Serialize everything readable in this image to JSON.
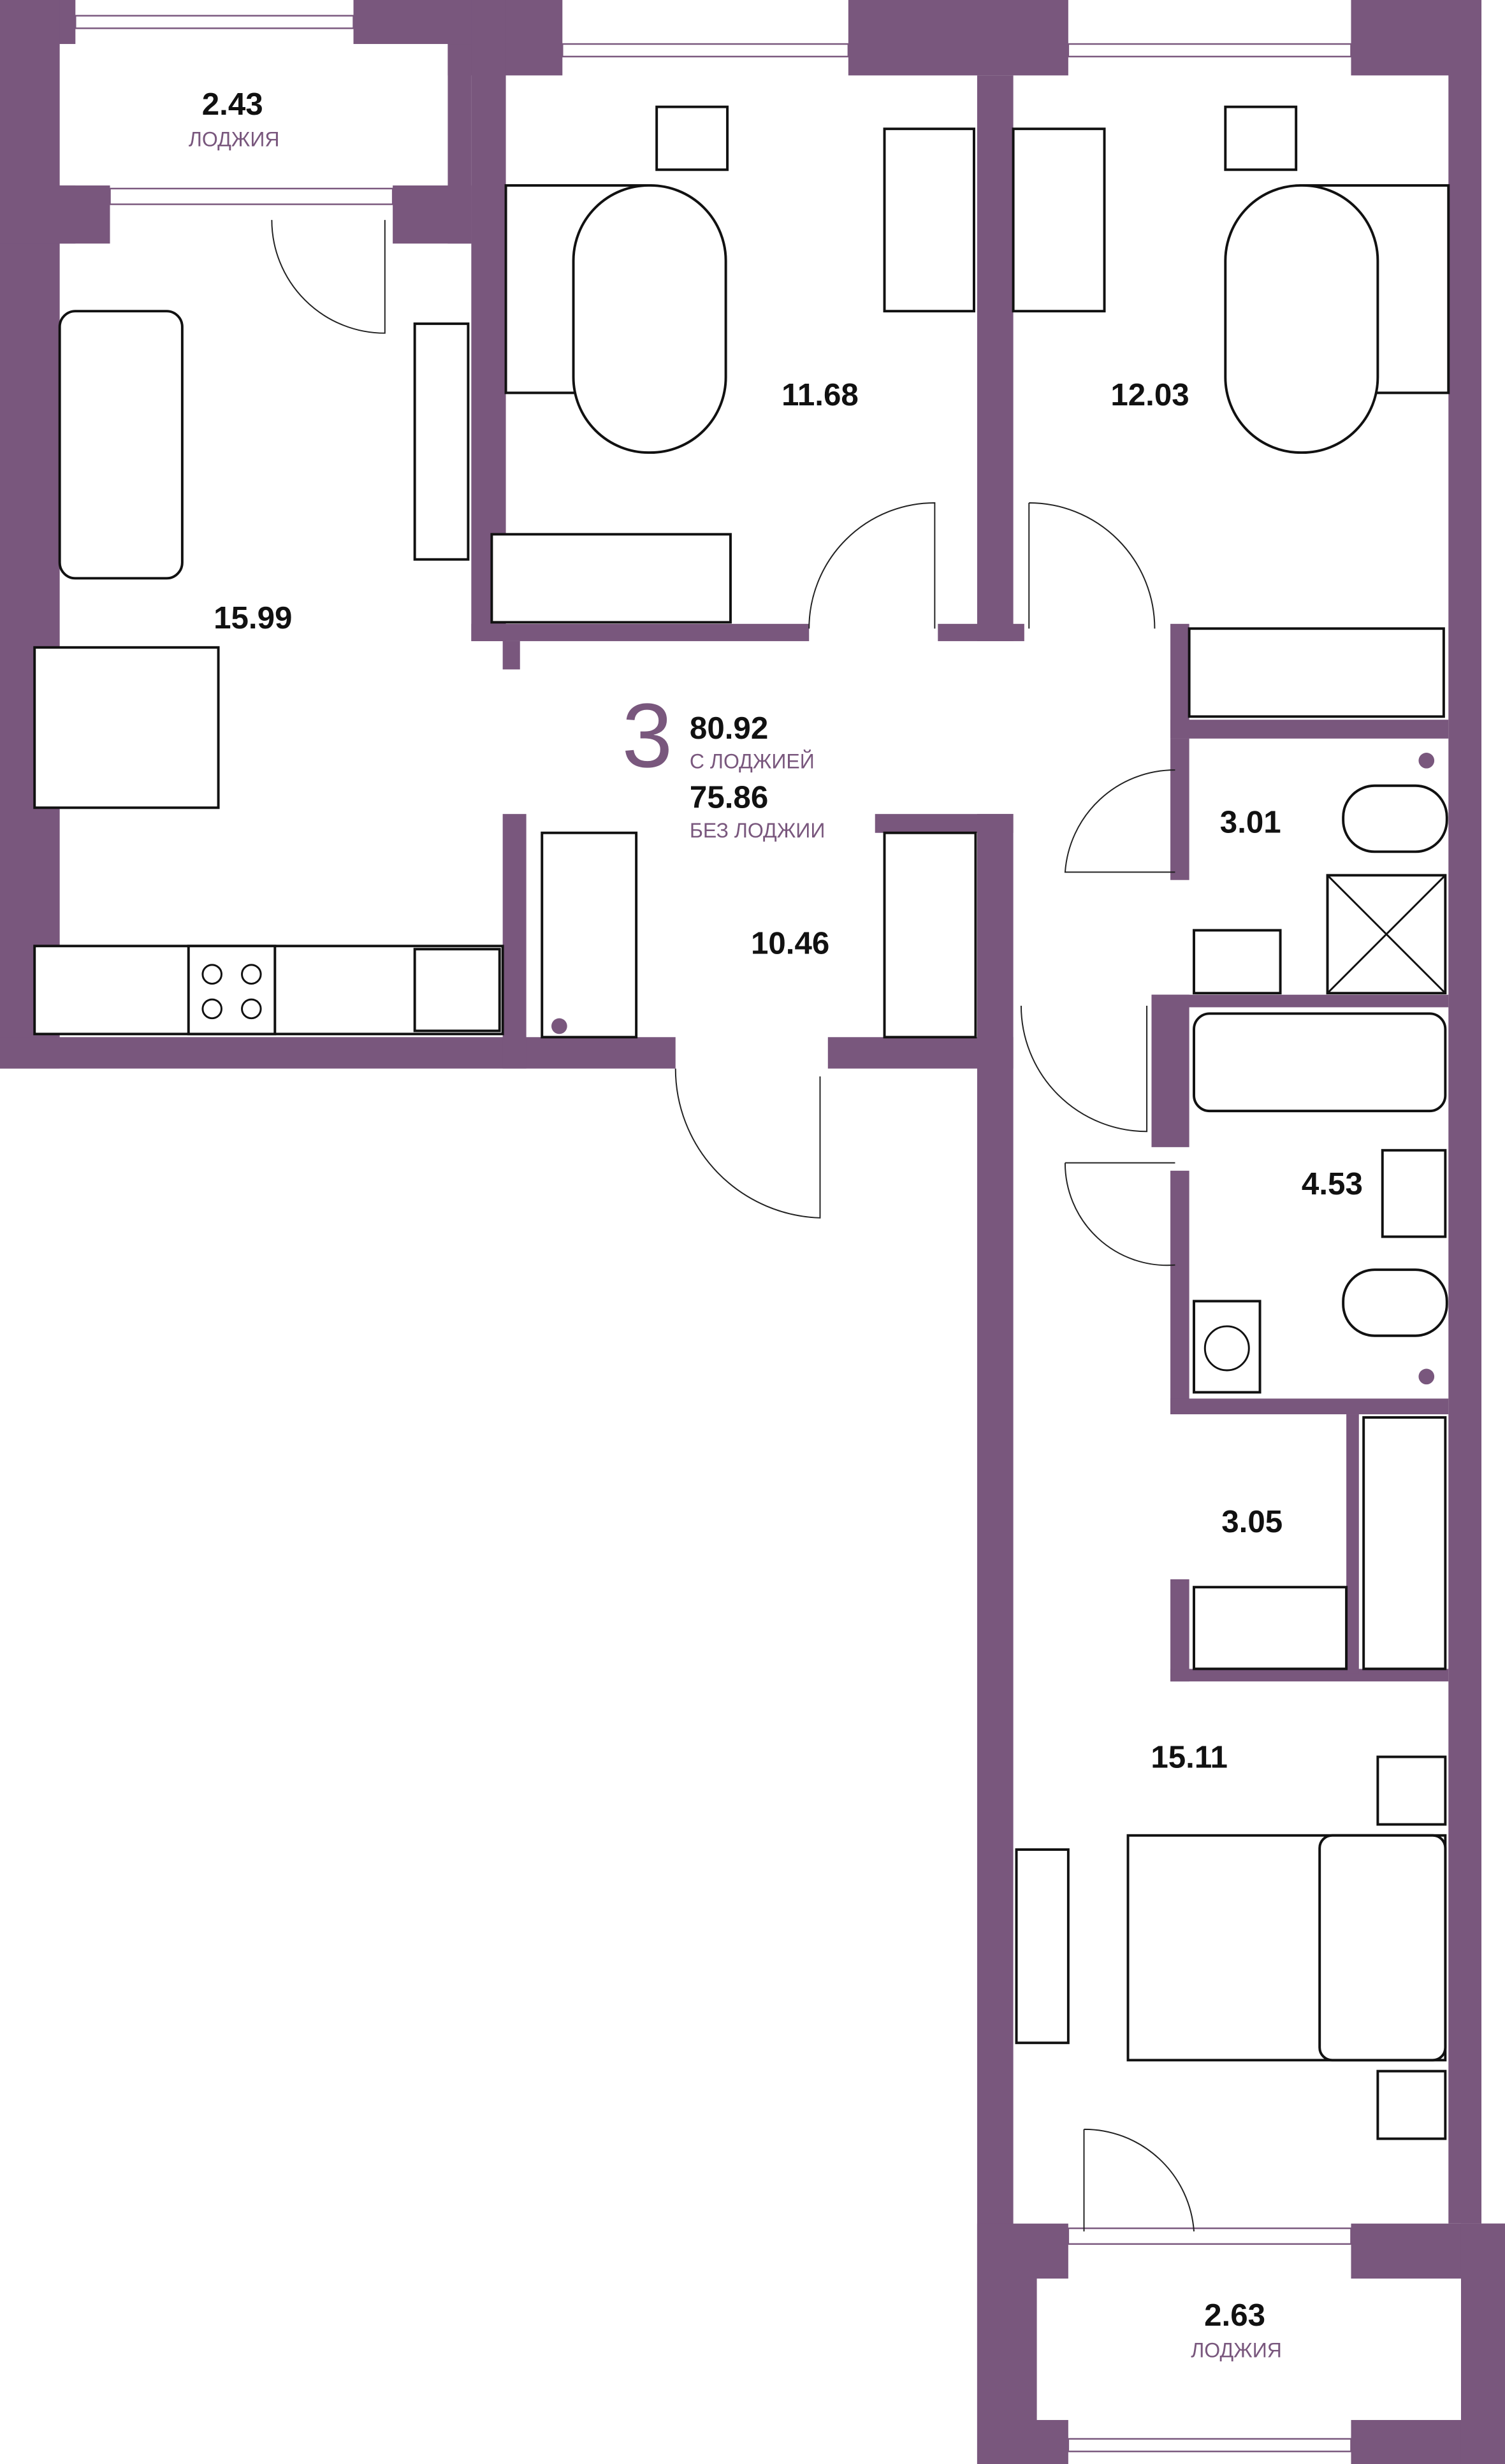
{
  "plan": {
    "rooms_count": "3",
    "total_with_loggia": "80.92",
    "with_loggia_label": "С ЛОДЖИЕЙ",
    "total_without_loggia": "75.86",
    "without_loggia_label": "БЕЗ ЛОДЖИИ"
  },
  "rooms": {
    "loggia_top": {
      "area": "2.43",
      "label": "ЛОДЖИЯ"
    },
    "bedroom_1": {
      "area": "11.68"
    },
    "bedroom_2": {
      "area": "12.03"
    },
    "living_kitchen": {
      "area": "15.99"
    },
    "hallway": {
      "area": "10.46"
    },
    "toilet": {
      "area": "3.01"
    },
    "bathroom": {
      "area": "4.53"
    },
    "closet": {
      "area": "3.05"
    },
    "bedroom_3": {
      "area": "15.11"
    },
    "loggia_bottom": {
      "area": "2.63",
      "label": "ЛОДЖИЯ"
    }
  },
  "colors": {
    "wall": "#79577d",
    "text": "#111111"
  }
}
